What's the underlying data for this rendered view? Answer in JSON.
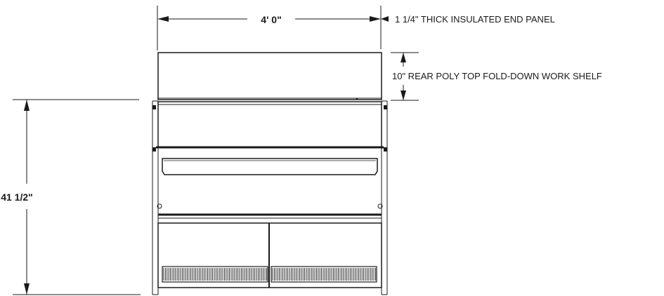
{
  "drawing": {
    "width_dimension": "4' 0\"",
    "height_dimension": "41 1/2\"",
    "end_panel_note": "1 1/4\" THICK INSULATED END PANEL",
    "shelf_note": "10\" REAR POLY TOP FOLD-DOWN WORK SHELF"
  },
  "colors": {
    "line": "#1a1a1a",
    "background": "#ffffff"
  }
}
